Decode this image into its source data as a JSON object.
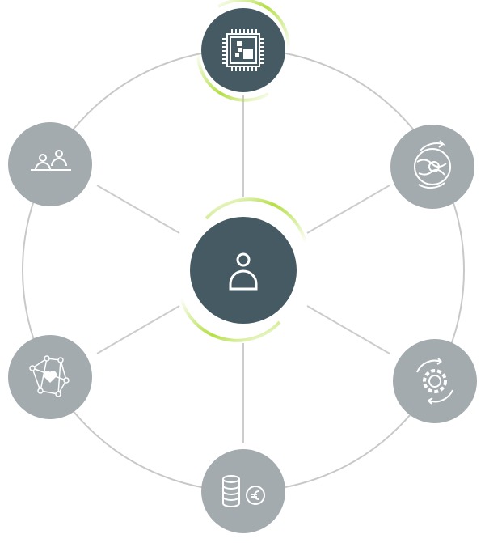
{
  "colors": {
    "dark_node": "#455a62",
    "light_node": "#a3abae",
    "ring": "#c8c8c8",
    "spoke": "#cccccc",
    "accent_arc": "#b4df45",
    "icon": "#ffffff"
  },
  "nodes": [
    {
      "id": "center",
      "icon": "person-icon",
      "style": "dark"
    },
    {
      "id": "top",
      "icon": "microchip-icon",
      "style": "dark"
    },
    {
      "id": "top-right",
      "icon": "globe-cycle-icon",
      "style": "light"
    },
    {
      "id": "bottom-right",
      "icon": "gear-cycle-icon",
      "style": "light"
    },
    {
      "id": "bottom",
      "icon": "coins-euro-icon",
      "style": "light"
    },
    {
      "id": "bottom-left",
      "icon": "network-heart-icon",
      "style": "light"
    },
    {
      "id": "top-left",
      "icon": "people-meeting-icon",
      "style": "light"
    }
  ]
}
